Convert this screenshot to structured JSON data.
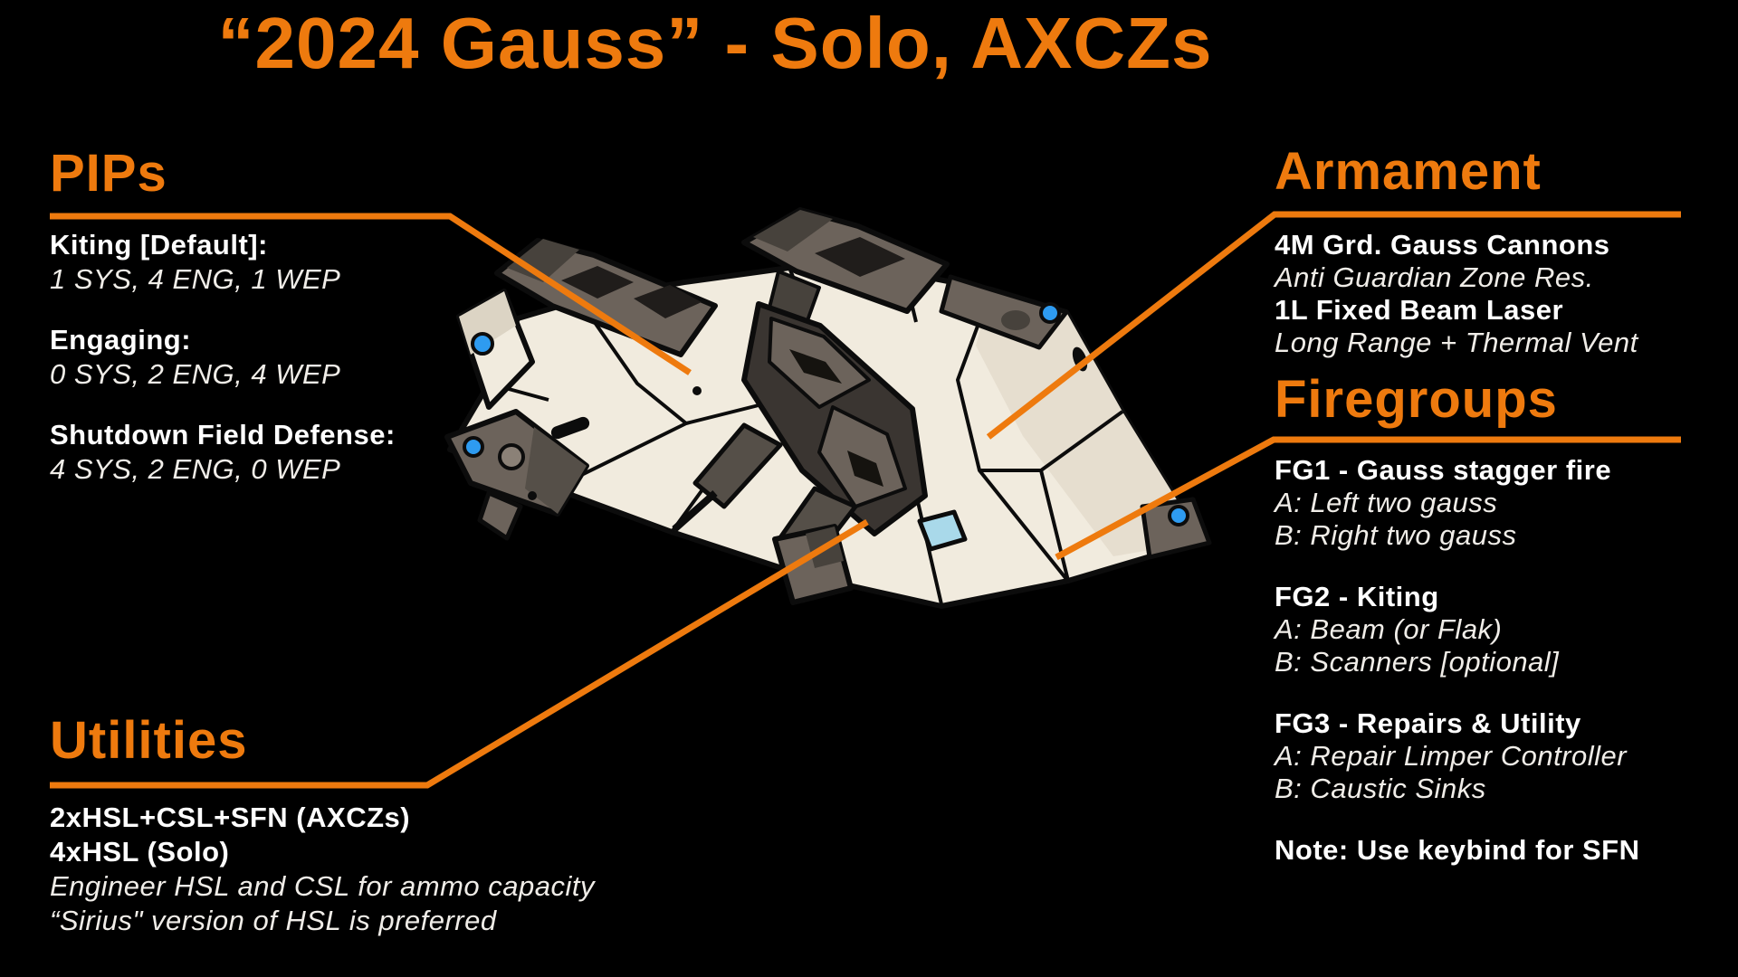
{
  "title": "“2024 Gauss” - Solo, AXCZs",
  "colors": {
    "accent": "#EE7A0E",
    "background": "#000000",
    "text": "#FFFFFF",
    "ship_hull": "#F1EBDE",
    "ship_hull_shade": "#E6DECF",
    "ship_gray": "#6C635B",
    "ship_dark": "#3A3531",
    "nav_light_blue": "#2E9BF0",
    "engine_glow": "#A9D9EA"
  },
  "sections": {
    "pips": {
      "heading": "PIPs",
      "entries": [
        {
          "label": "Kiting [Default]:",
          "value": "1 SYS, 4 ENG, 1 WEP"
        },
        {
          "label": "Engaging:",
          "value": "0 SYS, 2 ENG, 4 WEP"
        },
        {
          "label": "Shutdown Field Defense:",
          "value": "4 SYS, 2 ENG, 0 WEP"
        }
      ]
    },
    "armament": {
      "heading": "Armament",
      "entries": [
        {
          "label": "4M Grd. Gauss Cannons",
          "value": "Anti Guardian Zone Res."
        },
        {
          "label": "1L Fixed Beam Laser",
          "value": "Long Range + Thermal Vent"
        }
      ]
    },
    "firegroups": {
      "heading": "Firegroups",
      "groups": [
        {
          "label": "FG1 - Gauss stagger fire",
          "a": "A: Left two gauss",
          "b": "B: Right two gauss"
        },
        {
          "label": "FG2 - Kiting",
          "a": "A: Beam (or Flak)",
          "b": "B: Scanners [optional]"
        },
        {
          "label": "FG3 - Repairs & Utility",
          "a": "A: Repair Limper Controller",
          "b": "B: Caustic Sinks"
        }
      ],
      "note": "Note: Use keybind for SFN"
    },
    "utilities": {
      "heading": "Utilities",
      "bold_lines": [
        "2xHSL+CSL+SFN (AXCZs)",
        "4xHSL (Solo)"
      ],
      "italic_lines": [
        "Engineer HSL and CSL for ammo capacity",
        "“Sirius\" version of HSL is preferred"
      ]
    }
  }
}
